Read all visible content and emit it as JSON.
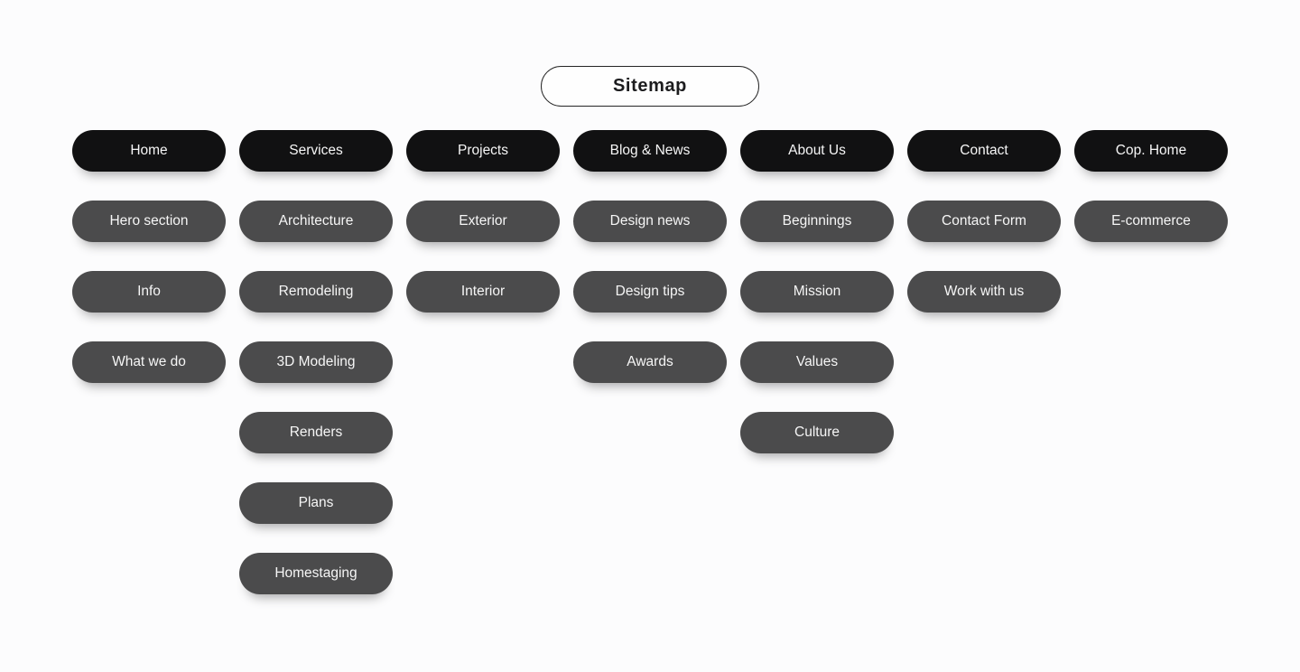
{
  "title": {
    "label": "Sitemap"
  },
  "colors": {
    "background": "#fcfcfd",
    "root_pill": "#111112",
    "child_pill": "#4b4b4c",
    "pill_text": "#f6f6f6",
    "title_text": "#1c1c1e",
    "title_border": "#262626"
  },
  "sitemap": {
    "columns": [
      {
        "root": "Home",
        "children": [
          "Hero section",
          "Info",
          "What we do"
        ]
      },
      {
        "root": "Services",
        "children": [
          "Architecture",
          "Remodeling",
          "3D Modeling",
          "Renders",
          "Plans",
          "Homestaging"
        ]
      },
      {
        "root": "Projects",
        "children": [
          "Exterior",
          "Interior"
        ]
      },
      {
        "root": "Blog & News",
        "children": [
          "Design news",
          "Design tips",
          "Awards"
        ]
      },
      {
        "root": "About Us",
        "children": [
          "Beginnings",
          "Mission",
          "Values",
          "Culture"
        ]
      },
      {
        "root": "Contact",
        "children": [
          "Contact Form",
          "Work with us"
        ]
      },
      {
        "root": "Cop. Home",
        "children": [
          "E-commerce"
        ]
      }
    ]
  }
}
